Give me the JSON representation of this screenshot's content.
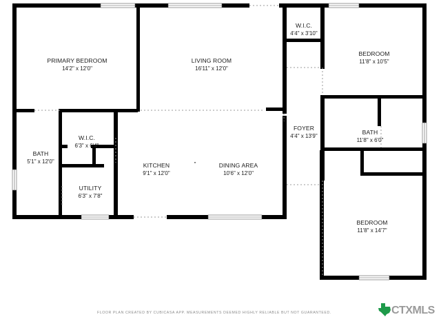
{
  "rooms": {
    "primary_bedroom": {
      "name": "PRIMARY BEDROOM",
      "dim": "14'2\" x 12'0\""
    },
    "living_room": {
      "name": "LIVING ROOM",
      "dim": "16'11\" x 12'0\""
    },
    "wic_top": {
      "name": "W.I.C.",
      "dim": "4'4\" x 3'10\""
    },
    "bedroom_top": {
      "name": "BEDROOM",
      "dim": "11'8\" x 10'5\""
    },
    "foyer": {
      "name": "FOYER",
      "dim": "4'4\" x 13'9\""
    },
    "bath_right": {
      "name": "BATH",
      "dim": "11'8\" x 6'0\""
    },
    "wic_mid": {
      "name": "W.I.C.",
      "dim": "6'3\" x 6'4\""
    },
    "bath_left": {
      "name": "BATH",
      "dim": "5'1\" x 12'0\""
    },
    "kitchen": {
      "name": "KITCHEN",
      "dim": "9'1\" x 12'0\""
    },
    "dining_area": {
      "name": "DINING AREA",
      "dim": "10'6\" x 12'0\""
    },
    "utility": {
      "name": "UTILITY",
      "dim": "6'3\" x 7'8\""
    },
    "bedroom_bottom": {
      "name": "BEDROOM",
      "dim": "11'8\" x 14'7\""
    }
  },
  "footer": {
    "disclaimer": "FLOOR PLAN CREATED BY CUBICASA APP. MEASUREMENTS DEEMED HIGHLY RELIABLE BUT NOT GUARANTEED.",
    "logo_text": "CTXMLS",
    "logo_icon": "texas-state-icon"
  },
  "colors": {
    "wall": "#000000",
    "text": "#1a1a1a",
    "footer": "#8a8a8a",
    "logo": "#9a9a9a"
  }
}
